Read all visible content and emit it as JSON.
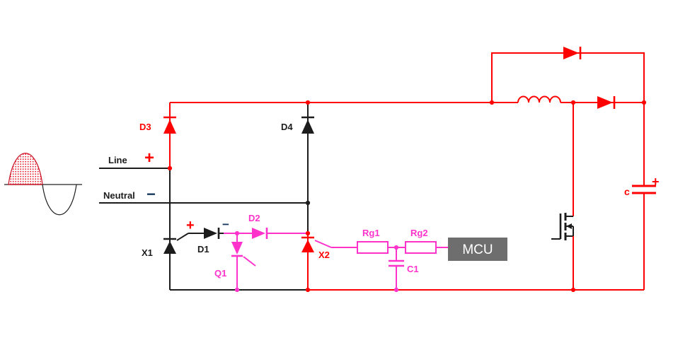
{
  "labels": {
    "line": "Line",
    "line_plus": "+",
    "neutral": "Neutral",
    "neutral_minus": "−",
    "d3": "D3",
    "d4": "D4",
    "x1": "X1",
    "x2": "X2",
    "d1": "D1",
    "d1_plus": "+",
    "d1_minus": "−",
    "d2": "D2",
    "q1": "Q1",
    "rg1": "Rg1",
    "rg2": "Rg2",
    "c1": "C1",
    "mcu": "MCU",
    "cap": "c",
    "cap_plus": "+"
  },
  "colors": {
    "wire_red": "#fe0000",
    "wire_black": "#1c1c1c",
    "gate_magenta": "#ff33cc",
    "polarity_navy": "#17375e",
    "mcu_bg": "#6e6e6e",
    "mcu_text": "#ffffff",
    "sine_fill_red": "#e8192c"
  },
  "icons": {
    "ac_source": "sine-wave-icon"
  }
}
